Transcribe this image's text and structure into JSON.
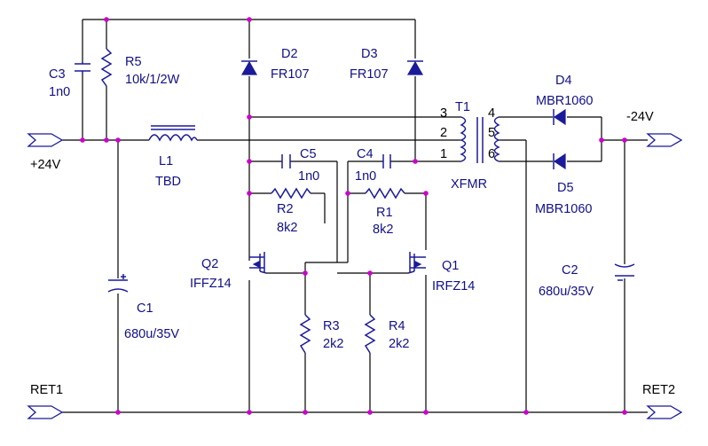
{
  "ports": {
    "vin": "+24V",
    "vout": "-24V",
    "ret1": "RET1",
    "ret2": "RET2"
  },
  "components": {
    "c3": {
      "ref": "C3",
      "value": "1n0"
    },
    "r5": {
      "ref": "R5",
      "value": "10k/1/2W"
    },
    "l1": {
      "ref": "L1",
      "value": "TBD"
    },
    "c1": {
      "ref": "C1",
      "value": "680u/35V"
    },
    "d2": {
      "ref": "D2",
      "value": "FR107"
    },
    "d3": {
      "ref": "D3",
      "value": "FR107"
    },
    "c5": {
      "ref": "C5",
      "value": "1n0"
    },
    "c4": {
      "ref": "C4",
      "value": "1n0"
    },
    "r2": {
      "ref": "R2",
      "value": "8k2"
    },
    "r1": {
      "ref": "R1",
      "value": "8k2"
    },
    "q2": {
      "ref": "Q2",
      "value": "IFFZ14"
    },
    "q1": {
      "ref": "Q1",
      "value": "IRFZ14"
    },
    "r3": {
      "ref": "R3",
      "value": "2k2"
    },
    "r4": {
      "ref": "R4",
      "value": "2k2"
    },
    "t1": {
      "ref": "T1",
      "value": "XFMR",
      "pins": [
        "3",
        "2",
        "1",
        "4",
        "5",
        "6"
      ]
    },
    "d4": {
      "ref": "D4",
      "value": "MBR1060"
    },
    "d5": {
      "ref": "D5",
      "value": "MBR1060"
    },
    "c2": {
      "ref": "C2",
      "value": "680u/35V"
    }
  },
  "colors": {
    "component": "#1a1a9a",
    "wire": "#000000",
    "junction": "#cc00cc",
    "background": "#ffffff"
  }
}
